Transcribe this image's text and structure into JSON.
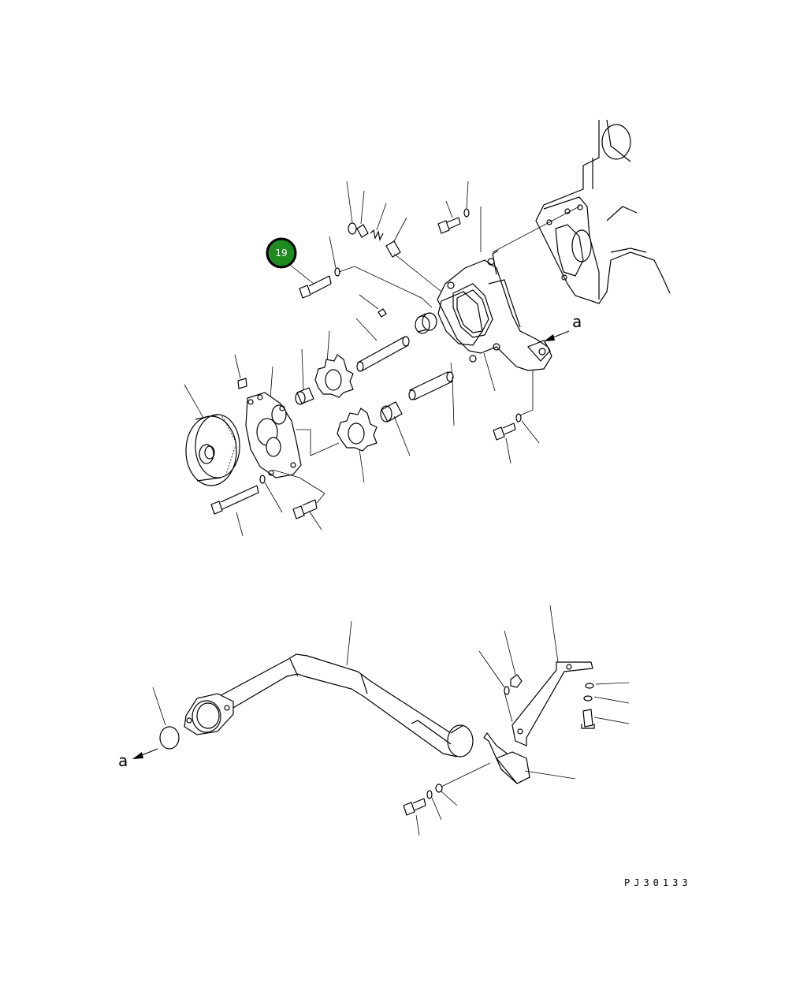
{
  "callout": {
    "number": "19"
  },
  "view_marker": {
    "top_label": "a",
    "bottom_label": "a"
  },
  "drawing_ref": "PJ30133"
}
